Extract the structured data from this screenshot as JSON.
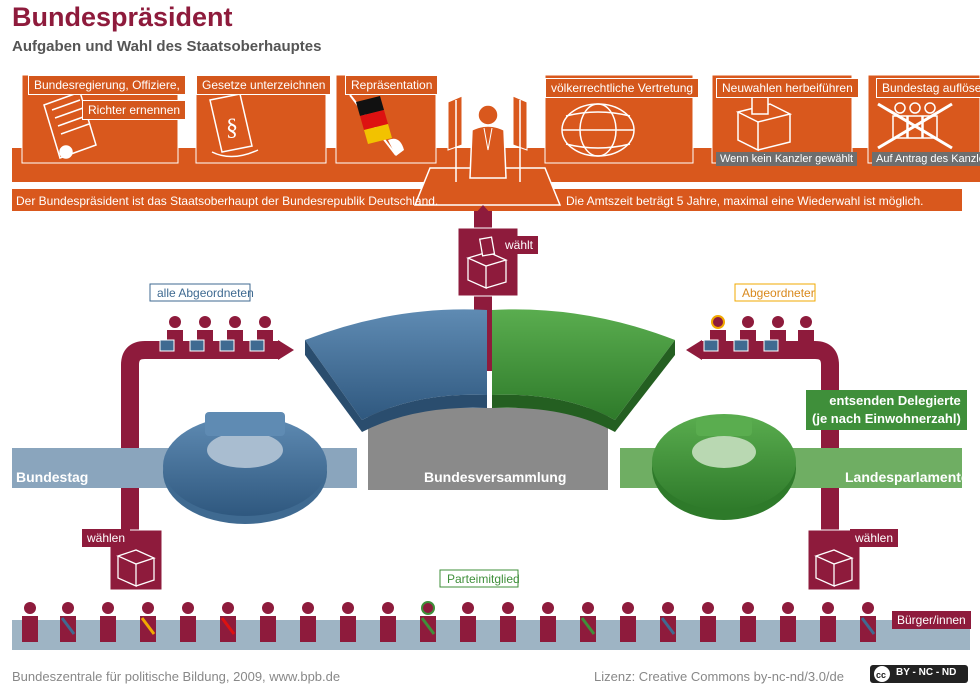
{
  "header": {
    "title": "Bundespräsident",
    "subtitle": "Aufgaben und Wahl des Staatsoberhauptes"
  },
  "tasks": [
    {
      "label": "Bundesregierung, Offiziere,",
      "label2": "Richter ernennen",
      "icon": "document-seal-icon"
    },
    {
      "label": "Gesetze unterzeichnen",
      "icon": "law-paragraph-icon"
    },
    {
      "label": "Repräsentation",
      "icon": "german-flag-icon"
    },
    {
      "label": "völkerrechtliche Vertretung",
      "icon": "globe-icon"
    },
    {
      "label": "Neuwahlen herbeiführen",
      "sub": "Wenn kein Kanzler gewählt",
      "icon": "ballot-box-icon"
    },
    {
      "label": "Bundestag auflösen",
      "sub": "Auf Antrag des Kanzlers",
      "icon": "dissolve-people-icon"
    }
  ],
  "strip": {
    "left": "Der Bundespräsident ist das Staatsoberhaupt der Bundesrepublik Deutschland.",
    "right": "Die Amtszeit beträgt 5 Jahre, maximal eine Wiederwahl ist möglich."
  },
  "labels": {
    "waehlt": "wählt",
    "alle_abgeordneten": "alle Abgeordneten",
    "abgeordneter": "Abgeordneter",
    "entsenden": "entsenden Delegierte",
    "entsenden2": "(je nach Einwohnerzahl)",
    "bundestag": "Bundestag",
    "bundesversammlung": "Bundesversammlung",
    "landesparlamente": "Landesparlamente",
    "waehlen_left": "wählen",
    "waehlen_right": "wählen",
    "parteimitglied": "Parteimitglied",
    "buerger": "Bürger/innen"
  },
  "footer": {
    "source": "Bundeszentrale für politische Bildung, 2009, www.bpb.de",
    "license": "Lizenz: Creative Commons by-nc-nd/3.0/de",
    "cc_badge": "BY - NC - ND"
  },
  "colors": {
    "orange": "#d9581d",
    "darkred": "#8e1b3c",
    "blue": "#3f6a91",
    "green": "#3f8f3a",
    "gray": "#8a8a8a"
  }
}
